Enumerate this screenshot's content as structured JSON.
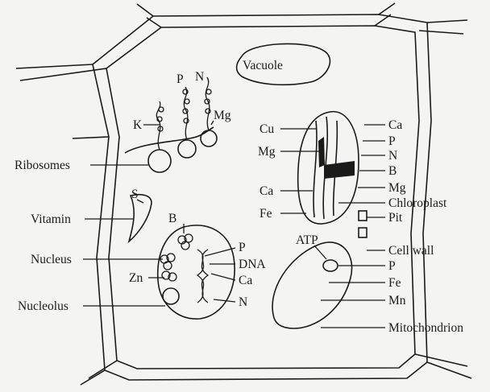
{
  "labels": {
    "vacuole": "Vacuole",
    "p_top": "P",
    "n_top": "N",
    "k": "K",
    "mg_top": "Mg",
    "ribosomes": "Ribosomes",
    "cu": "Cu",
    "mg_chl": "Mg",
    "ca_chl": "Ca",
    "fe_chl": "Fe",
    "ca_r": "Ca",
    "p_r": "P",
    "n_r": "N",
    "b_r": "B",
    "mg_r": "Mg",
    "chloroplast": "Chloroplast",
    "pit": "Pit",
    "cell_wall": "Cell wall",
    "s": "S",
    "vitamin": "Vitamin",
    "b_nuc": "B",
    "nucleus": "Nucleus",
    "zn": "Zn",
    "nucleolus": "Nucleolus",
    "p_dna": "P",
    "dna": "DNA",
    "ca_dna": "Ca",
    "n_dna": "N",
    "atp": "ATP",
    "p_mito": "P",
    "fe_mito": "Fe",
    "mn_mito": "Mn",
    "mitochondrion": "Mitochondrion"
  }
}
